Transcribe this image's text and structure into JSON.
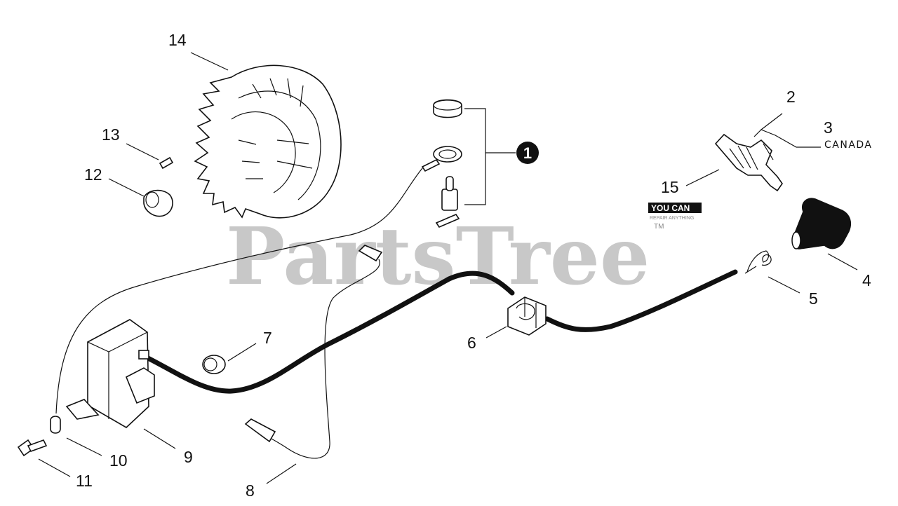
{
  "diagram": {
    "watermark": "PartsTree",
    "logo_text": "YOU CAN",
    "logo_subtext": "REPAIR ANYTHING",
    "logo_tm": "TM",
    "kit_badge": "1",
    "region_note": "CANADA",
    "callouts": [
      {
        "id": "2",
        "label": "2"
      },
      {
        "id": "3",
        "label": "3"
      },
      {
        "id": "4",
        "label": "4"
      },
      {
        "id": "5",
        "label": "5"
      },
      {
        "id": "6",
        "label": "6"
      },
      {
        "id": "7",
        "label": "7"
      },
      {
        "id": "8",
        "label": "8"
      },
      {
        "id": "9",
        "label": "9"
      },
      {
        "id": "10",
        "label": "10"
      },
      {
        "id": "11",
        "label": "11"
      },
      {
        "id": "12",
        "label": "12"
      },
      {
        "id": "13",
        "label": "13"
      },
      {
        "id": "14",
        "label": "14"
      },
      {
        "id": "15",
        "label": "15"
      }
    ]
  }
}
